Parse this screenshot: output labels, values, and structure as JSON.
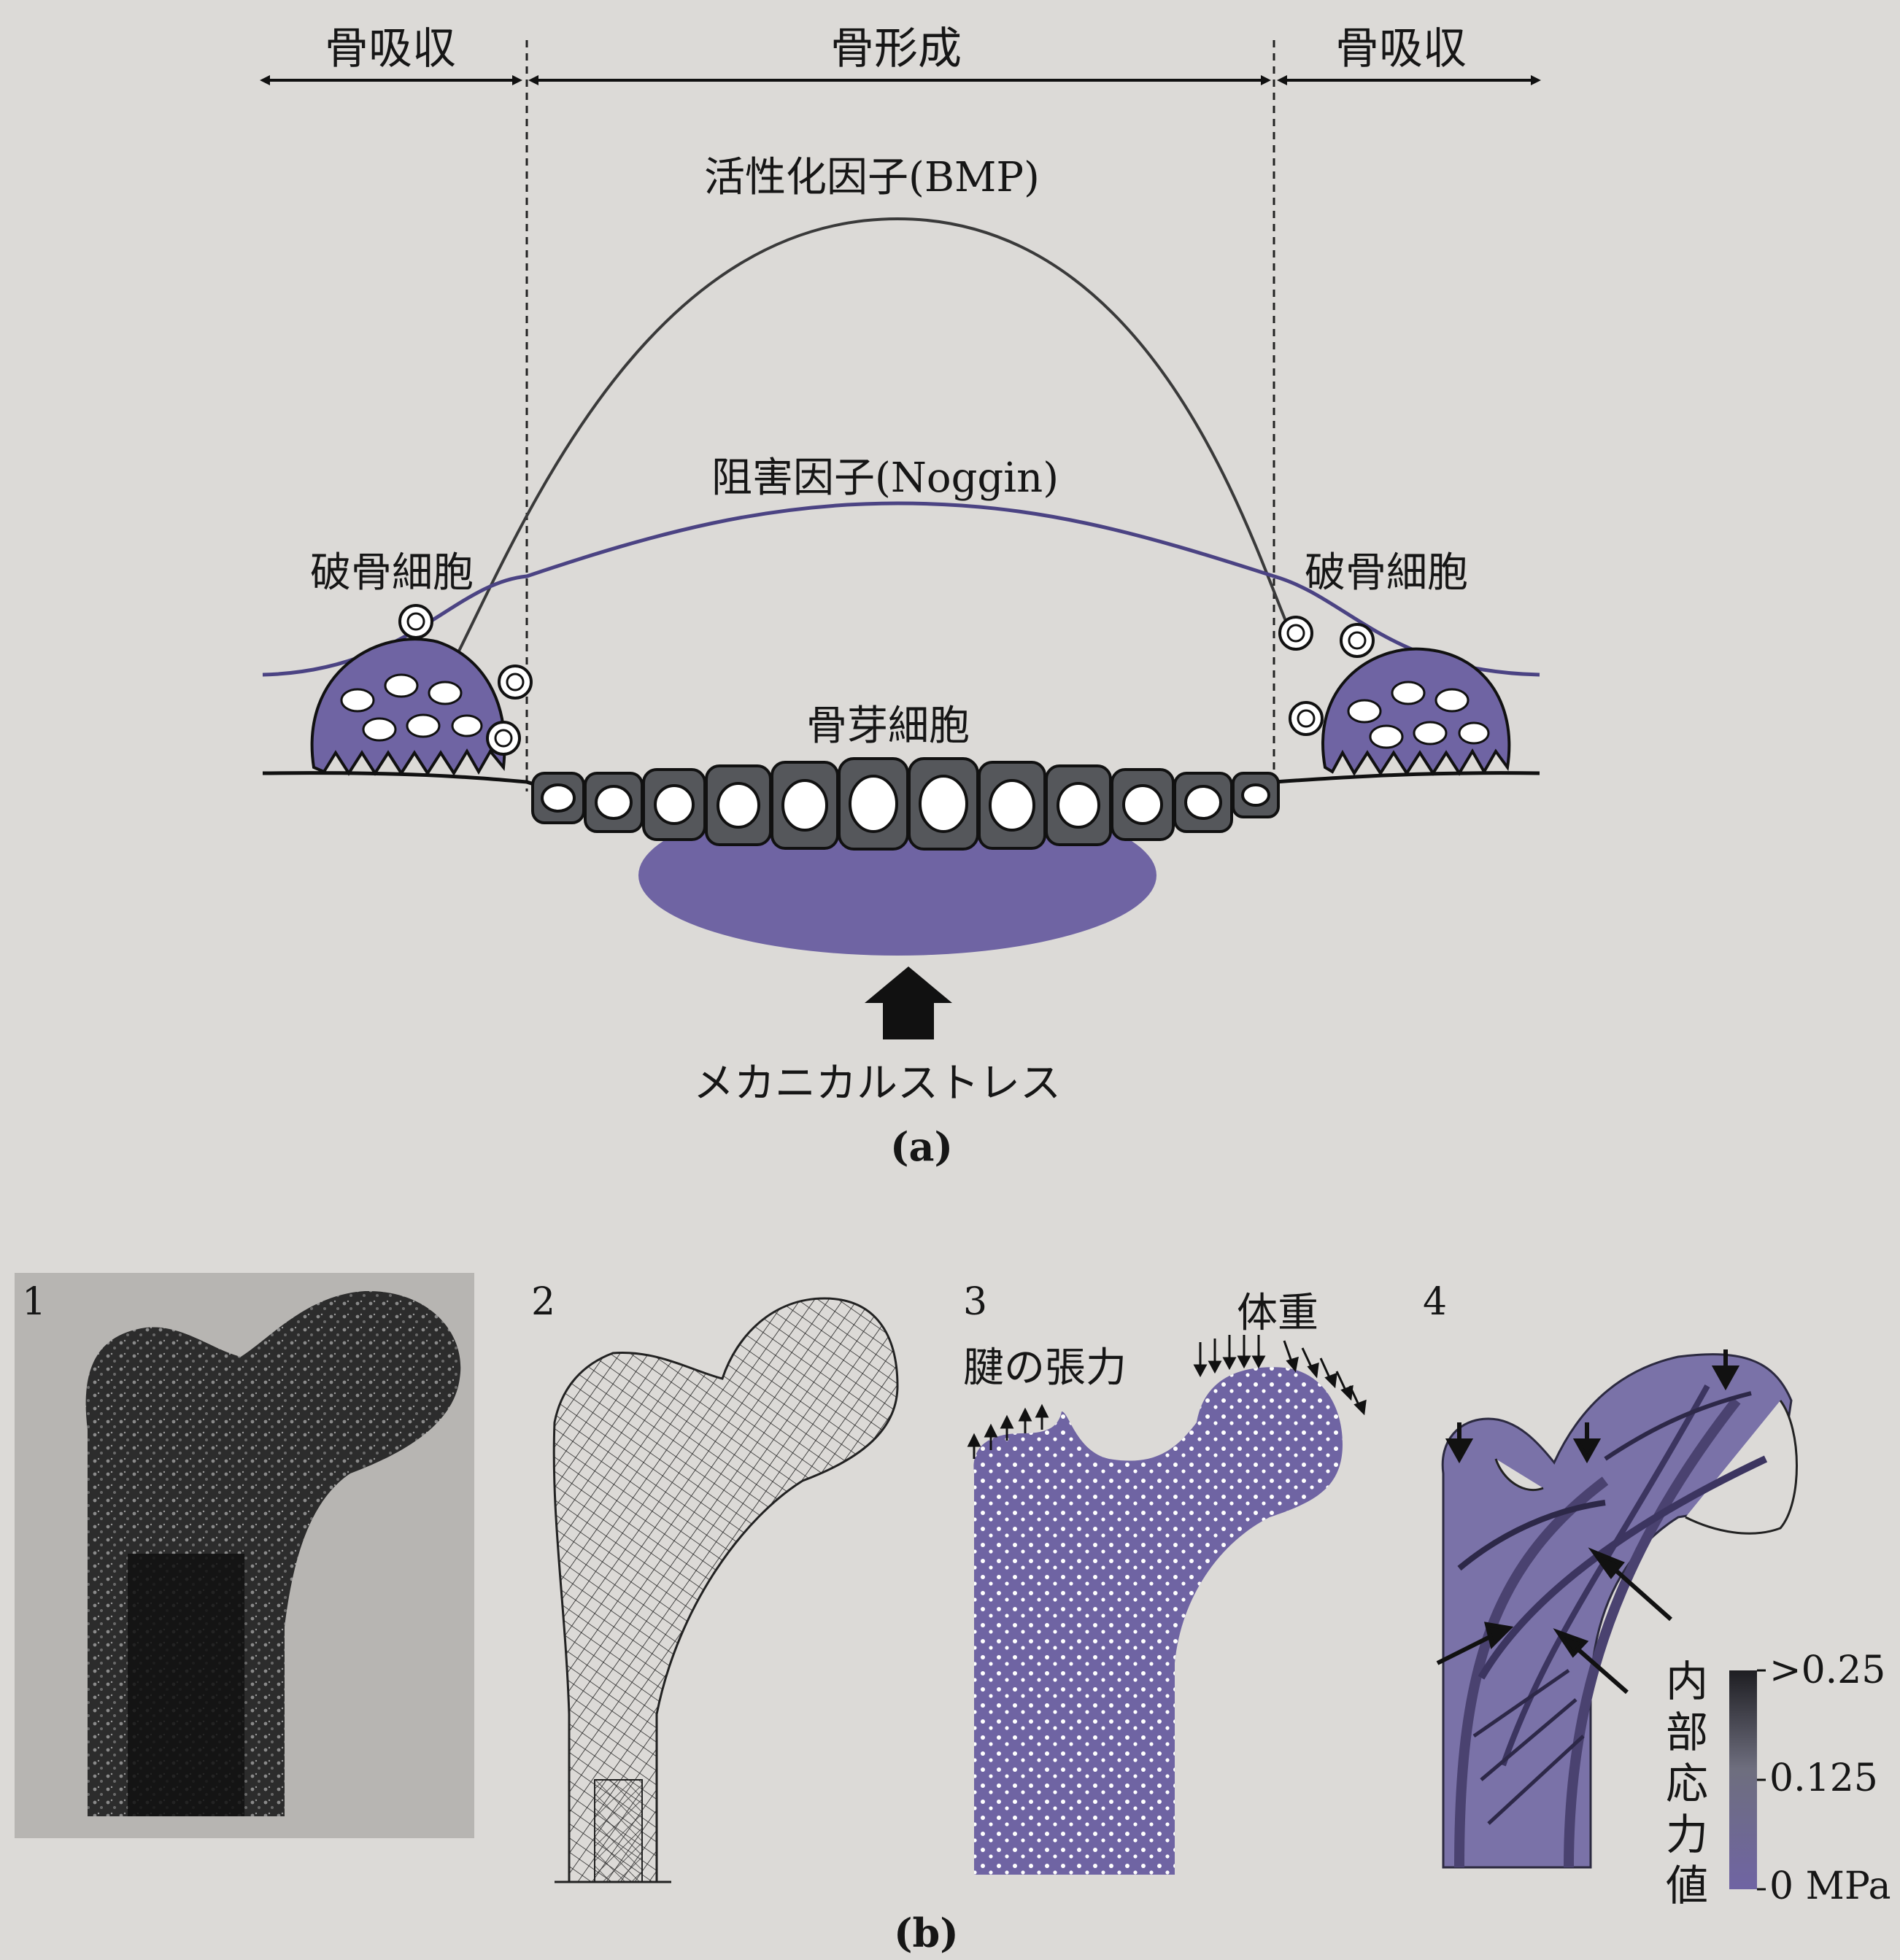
{
  "panel_a": {
    "top_labels": {
      "left": "骨吸収",
      "center": "骨形成",
      "right": "骨吸収"
    },
    "activator": "活性化因子(BMP)",
    "inhibitor": "阻害因子(Noggin)",
    "osteoclast_left": "破骨細胞",
    "osteoclast_right": "破骨細胞",
    "osteoblast": "骨芽細胞",
    "stress": "メカニカルストレス",
    "caption": "(a)"
  },
  "panel_b": {
    "numbers": [
      "1",
      "2",
      "3",
      "4"
    ],
    "tendon": "腱の張力",
    "weight": "体重",
    "stress_scale_title": "内部応力値",
    "scale_ticks": [
      ">0.25",
      "0.125",
      "0 MPa"
    ],
    "caption": "(b)"
  },
  "colors": {
    "purple": "#6f64a3",
    "purple_dark": "#4b4383",
    "cell_gray": "#55575b",
    "line": "#111111"
  }
}
